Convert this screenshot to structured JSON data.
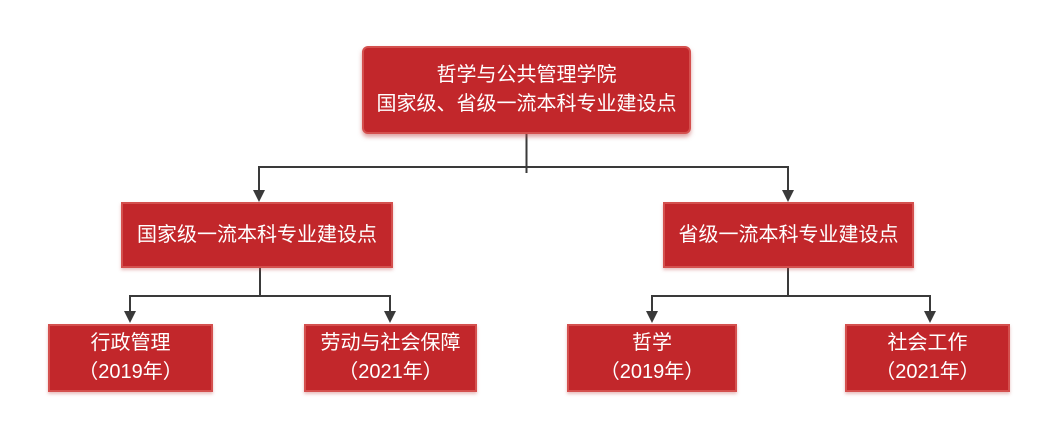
{
  "colors": {
    "box_fill": "#C2272B",
    "box_border": "#D4504E",
    "box_text": "#FFFFFF",
    "connector": "#3A3A3A",
    "background": "#FFFFFF"
  },
  "tree": {
    "root": {
      "line1": "哲学与公共管理学院",
      "line2": "国家级、省级一流本科专业建设点"
    },
    "branches": [
      {
        "label": "国家级一流本科专业建设点",
        "children": [
          {
            "name": "行政管理",
            "year": "（2019年）"
          },
          {
            "name": "劳动与社会保障",
            "year": "（2021年）"
          }
        ]
      },
      {
        "label": "省级一流本科专业建设点",
        "children": [
          {
            "name": "哲学",
            "year": "（2019年）"
          },
          {
            "name": "社会工作",
            "year": "（2021年）"
          }
        ]
      }
    ]
  }
}
